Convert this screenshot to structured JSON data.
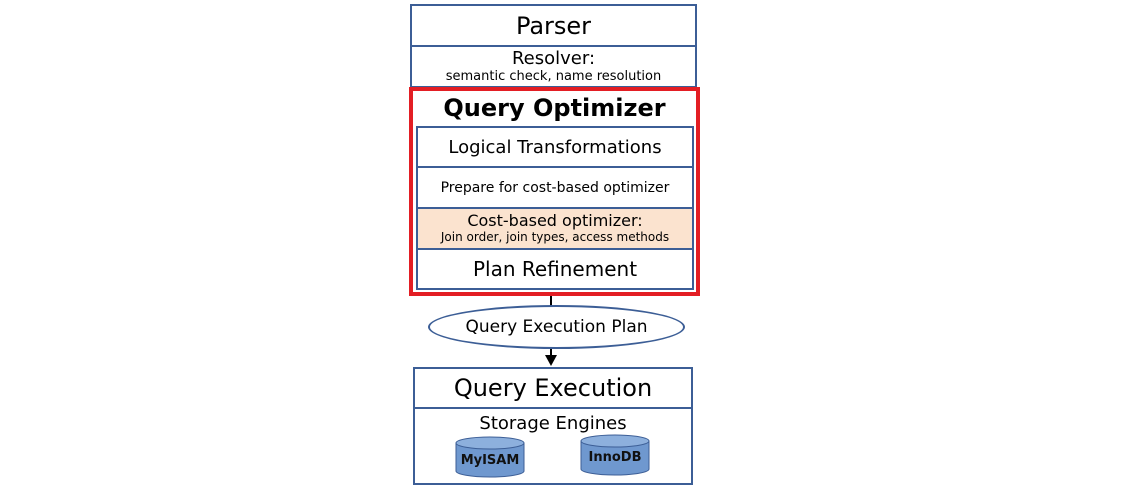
{
  "parser": {
    "label": "Parser"
  },
  "resolver": {
    "label": "Resolver:",
    "detail": "semantic check, name resolution"
  },
  "optimizer": {
    "title": "Query Optimizer",
    "stages": {
      "logical": "Logical Transformations",
      "prepare": "Prepare for cost-based optimizer",
      "cost_based": "Cost-based optimizer:",
      "cost_based_detail": "Join order, join types, access methods",
      "refinement": "Plan Refinement"
    }
  },
  "plan": {
    "label": "Query Execution Plan"
  },
  "execution": {
    "label": "Query Execution",
    "storage_label": "Storage Engines",
    "engines": [
      "MyISAM",
      "InnoDB"
    ]
  },
  "colors": {
    "box_border": "#3c5e96",
    "highlight_border": "#e31e24",
    "cost_based_fill": "#fbe3cf",
    "cylinder_fill": "#6f98cf"
  }
}
